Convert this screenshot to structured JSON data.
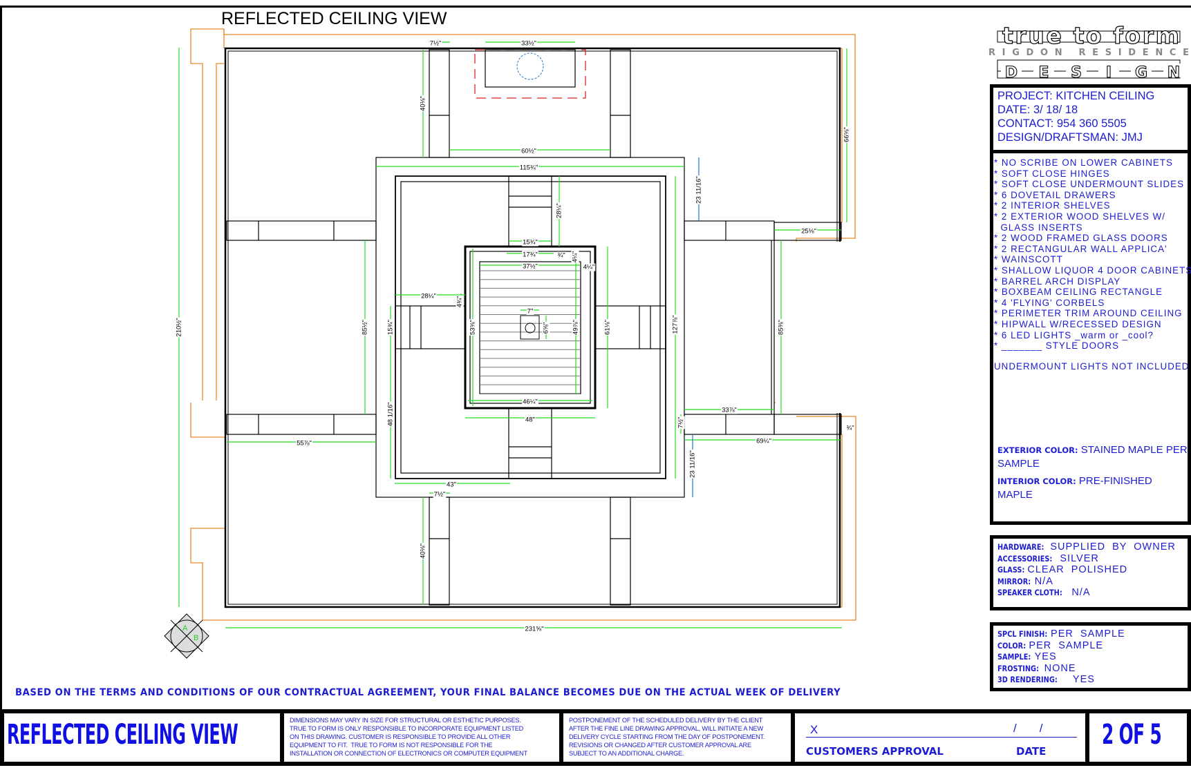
{
  "drawing": {
    "title": "REFLECTED CEILING VIEW",
    "compass": {
      "a": "A",
      "b": "B"
    },
    "dimensions": [
      "7½\"",
      "33½\"",
      "40⅛\"",
      "60½\"",
      "115¾\"",
      "23 11/16\"",
      "66⅝\"",
      "25⅛\"",
      "28¼\"",
      "15¾\"",
      "17¾\"",
      "¾\"",
      "4¼\"",
      "37½\"",
      "4¼\"",
      "28¼\"",
      "4¾\"",
      "15¾\"",
      "53⅝\"",
      "7\"",
      "6⅝\"",
      "49⅞\"",
      "61⅛\"",
      "127⅞\"",
      "46¼\"",
      "48\"",
      "48 1/16\"",
      "7½\"",
      "85½\"",
      "85⅜\"",
      "33⅞\"",
      "69¼\"",
      "23 11/16\"",
      "¾\"",
      "55⅞\"",
      "43\"",
      "7½\"",
      "40⅛\"",
      "231⅝\"",
      "210½\""
    ],
    "colors": {
      "wall": "#000000",
      "dimension": "#22dd22",
      "outline": "#e8892a",
      "hidden": "#dd2222",
      "light": "#2277cc"
    }
  },
  "logo": {
    "line1": "true to form",
    "line2": "RIGDON RESIDENCE",
    "line3": [
      "D",
      "E",
      "S",
      "I",
      "G",
      "N"
    ]
  },
  "project": {
    "project": "PROJECT: KITCHEN CEILING",
    "date": "DATE: 3/ 18/ 18",
    "contact": "CONTACT: 954 360 5505",
    "draftsman": "DESIGN/DRAFTSMAN: JMJ"
  },
  "notes": [
    "* NO SCRIBE ON LOWER CABINETS",
    "* SOFT CLOSE HINGES",
    "* SOFT CLOSE UNDERMOUNT SLIDES",
    "* 6 DOVETAIL DRAWERS",
    "* 2 INTERIOR SHELVES",
    "* 2 EXTERIOR WOOD SHELVES W/",
    "  GLASS INSERTS",
    "* 2 WOOD FRAMED GLASS DOORS",
    "* 2 RECTANGULAR WALL APPLICA'",
    "* WAINSCOTT",
    "* SHALLOW LIQUOR 4 DOOR CABINETS",
    "* BARREL ARCH DISPLAY",
    "* BOXBEAM CEILING RECTANGLE",
    "* 4 'FLYING' CORBELS",
    "* PERIMETER TRIM AROUND CEILING",
    "* HIPWALL W/RECESSED DESIGN",
    "* 6 LED LIGHTS _warm or _cool?",
    "* _______ STYLE DOORS"
  ],
  "notes_footer": "UNDERMOUNT LIGHTS NOT INCLUDED",
  "colors_spec": {
    "exterior_label": "EXTERIOR COLOR:",
    "exterior_value": " STAINED MAPLE PER SAMPLE",
    "interior_label": "INTERIOR COLOR:",
    "interior_value": " PRE-FINISHED MAPLE"
  },
  "hardware": [
    {
      "label": "HARDWARE:",
      "value": " SUPPLIED  BY  OWNER"
    },
    {
      "label": "ACCESSORIES:",
      "value": " SILVER"
    },
    {
      "label": "GLASS:",
      "value": " CLEAR  POLISHED"
    },
    {
      "label": "MIRROR:",
      "value": " N/A"
    },
    {
      "label": "SPEAKER CLOTH:",
      "value": " N/A"
    }
  ],
  "finish": [
    {
      "label": "SPCL FINISH:",
      "value": "PER  SAMPLE"
    },
    {
      "label": "COLOR:",
      "value": " PER  SAMPLE"
    },
    {
      "label": "SAMPLE:",
      "value": " YES"
    },
    {
      "label": "FROSTING:",
      "value": " NONE"
    },
    {
      "label": "3D RENDERING:",
      "value": "   YES"
    }
  ],
  "statement": "BASED ON THE TERMS AND CONDITIONS OF OUR CONTRACTUAL AGREEMENT, YOUR FINAL BALANCE BECOMES DUE ON THE ACTUAL WEEK OF DELIVERY",
  "footer": {
    "title": "REFLECTED CEILING VIEW",
    "disclaimer": "DIMENSIONS MAY VARY IN SIZE FOR STRUCTURAL OR ESTHETIC PURPOSES.\nTRUE TO FORM IS ONLY RESPONSIBLE TO INCORPORATE EQUIPMENT LISTED\nON THIS DRAWING. CUSTOMER IS RESPONSIBLE TO PROVIDE ALL OTHER\nEQUIPMENT TO FIT.  TRUE TO FORM IS NOT RESPONSIBLE FOR THE\nINSTALLATION OR CONNECTION OF ELECTRONICS OR COMPUTER EQUIPMENT",
    "postponement": "POSTPONEMENT OF THE SCHEDULED DELIVERY BY THE CLIENT\nAFTER THE FINE LINE DRAWING APPROVAL, WILL INITIATE A NEW\nDELIVERY CYCLE STARTING FROM THE DAY OF POSTPONEMENT.\nREVISIONS OR CHANGED AFTER CUSTOMER APPROVAL ARE\nSUBJECT TO AN ADDITIONAL CHARGE.",
    "signature_mark": "X",
    "date_slashes": "/       /",
    "approval_label": "CUSTOMERS APPROVAL",
    "date_label": "DATE",
    "page": "2 OF 5"
  }
}
